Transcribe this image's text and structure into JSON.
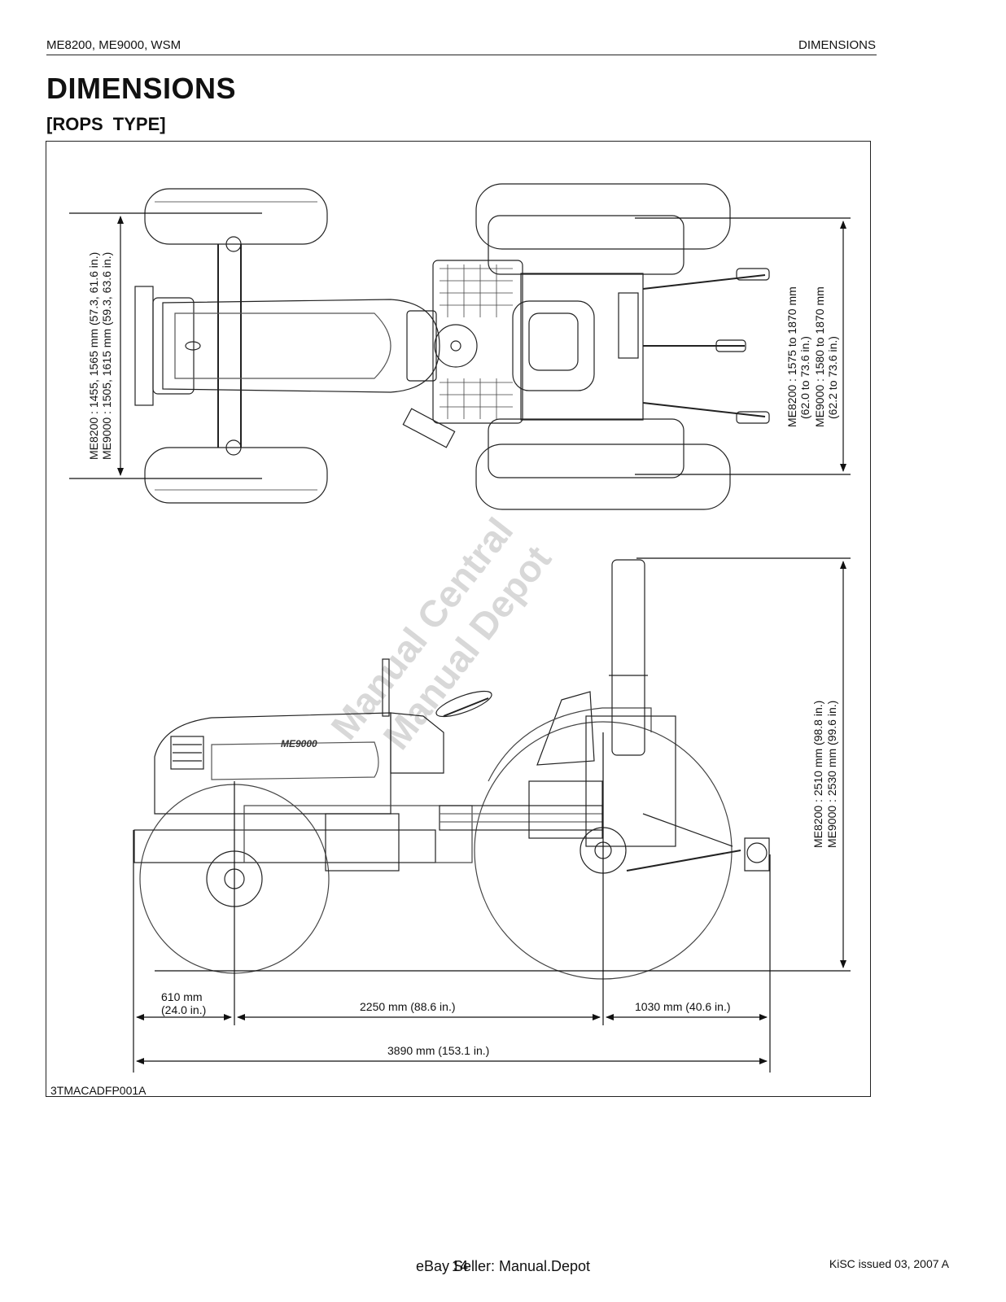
{
  "header": {
    "left": "ME8200, ME9000, WSM",
    "right": "DIMENSIONS"
  },
  "title": "DIMENSIONS",
  "subtitle": "[ROPS  TYPE]",
  "figure": {
    "code": "3TMACADFP001A",
    "front_tread_line1": "ME8200 : 1455, 1565 mm (57.3, 61.6 in.)",
    "front_tread_line2": "ME9000 : 1505, 1615 mm (59.3, 63.6 in.)",
    "rear_tread_line1": "ME8200 : 1575 to 1870 mm",
    "rear_tread_line2": "(62.0 to 73.6 in.)",
    "rear_tread_line3": "ME9000 : 1580 to 1870 mm",
    "rear_tread_line4": "(62.2 to 73.6 in.)",
    "height_line1": "ME8200 : 2510 mm (98.8 in.)",
    "height_line2": "ME9000 : 2530 mm (99.6 in.)",
    "front_overhang_line1": "610 mm",
    "front_overhang_line2": "(24.0 in.)",
    "wheelbase": "2250 mm (88.6 in.)",
    "rear_overhang": "1030 mm (40.6 in.)",
    "overall_length": "3890 mm (153.1 in.)",
    "hood_model_mark": "ME9000",
    "watermark_line1": "Manual Central",
    "watermark_line2": "Manual Depot"
  },
  "footer": {
    "center": "eBay Seller: Manual.Depot",
    "page_number": "14",
    "right": "KiSC issued 03, 2007 A"
  }
}
